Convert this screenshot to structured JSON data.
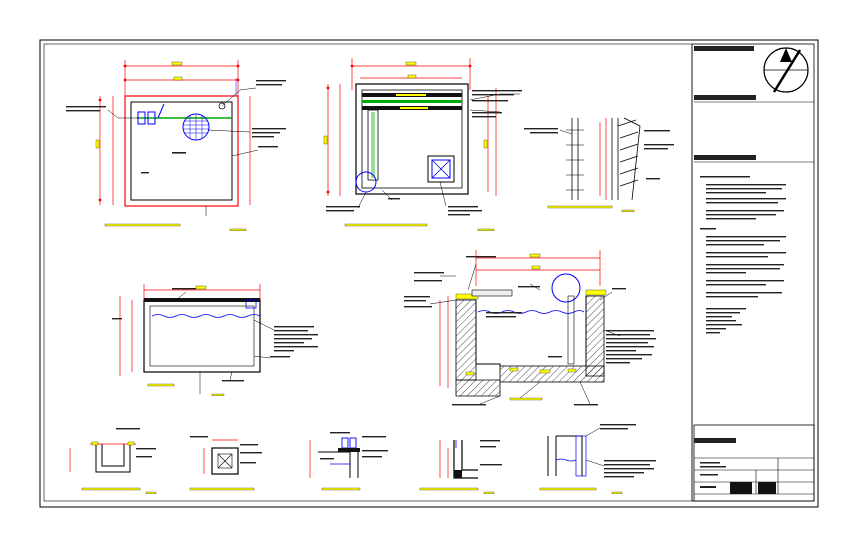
{
  "sheet": {
    "background": "#ffffff",
    "frame_color": "#000000",
    "colors": {
      "dimension": "#ff0000",
      "outline": "#000000",
      "pipe": "#00aa00",
      "highlight": "#0000ff",
      "label": "#ffff00",
      "dark_block": "#111111"
    }
  },
  "views": [
    {
      "id": "plan-top",
      "has_grate": true,
      "has_valves": true
    },
    {
      "id": "plan-internal",
      "has_pipes": true,
      "has_box": true
    },
    {
      "id": "section-detail-small"
    },
    {
      "id": "section-a",
      "has_water": true
    },
    {
      "id": "section-b",
      "has_hatching": true,
      "has_water": true
    },
    {
      "id": "detail-1"
    },
    {
      "id": "detail-2"
    },
    {
      "id": "detail-3"
    },
    {
      "id": "detail-4"
    },
    {
      "id": "detail-5"
    }
  ],
  "title_block": {
    "icons": [
      "compass-icon",
      "north-arrow-icon"
    ]
  }
}
